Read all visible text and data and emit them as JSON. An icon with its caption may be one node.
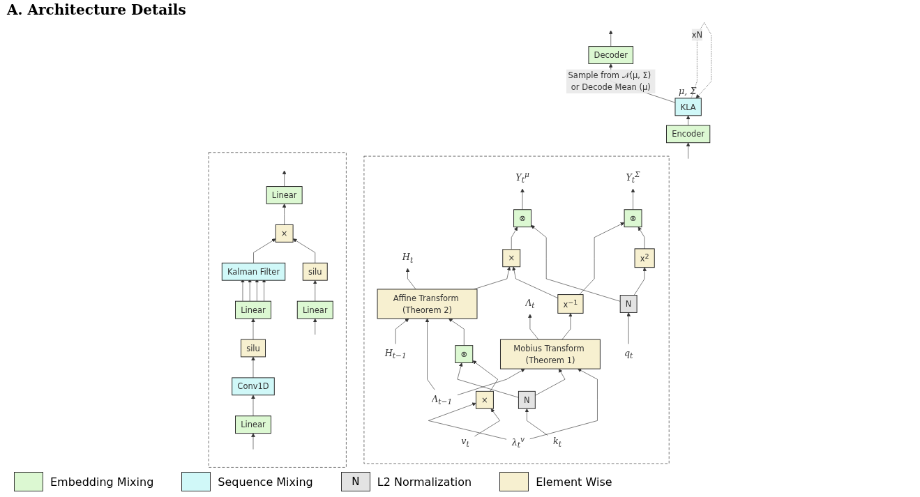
{
  "diagram": {
    "title": "A. Architecture Details",
    "nodes": [
      {
        "text": [],
        "shape": "box"
      },
      {
        "text": [
          "H$_{t−1}$"
        ],
        "in": 0
      },
      {
        "text": [
          "Λ$_{t−1}$"
        ],
        "in": 0
      },
      {
        "text": [
          "Affine Transform (Theorem 2)"
        ],
        "in": 0
      },
      {
        "text": [
          "Mobius Transform (Theorem 1)"
        ],
        "in": 0
      },
      {
        "text": [
          "×"
        ],
        "in": 0
      },
      {
        "text": [
          "⊗"
        ],
        "in": 0
      },
      {
        "text": [
          "⊗"
        ],
        "in": 0
      },
      {
        "text": [
          "x$^{−1}$"
        ],
        "in": 0
      },
      {
        "text": [
          "x$^{2}$"
        ],
        "in": 0
      },
      {
        "text": [
          "Y$_{t}$$^{μ}$"
        ],
        "in": 0
      },
      {
        "text": [
          "Y$_{t}$$^{Σ}$"
        ],
        "in": 0
      },
      {
        "text": [
          "H$_{t}$"
        ],
        "in": 0
      },
      {
        "text": [
          "Λ$_{t}$"
        ],
        "in": 0
      },
      {
        "text": [
          "⊗"
        ],
        "in": 0
      },
      {
        "text": [
          "N"
        ],
        "in": 0
      },
      {
        "text": [
          "×"
        ],
        "in": 0
      },
      {
        "text": [
          "N"
        ],
        "in": 0
      },
      {
        "text": [
          "k$_{t}$"
        ],
        "in": 0
      },
      {
        "text": [
          "λ$_{t}$$^{v}$"
        ],
        "in": 0
      },
      {
        "text": [
          "v$_{t}$"
        ],
        "in": 0
      },
      {
        "text": [
          "q$_{t}$"
        ],
        "in": 0
      },
      {
        "text": [],
        "shape": "box"
      },
      {
        "text": [
          "Linear"
        ],
        "in": 22
      },
      {
        "text": [
          "×"
        ],
        "in": 22
      },
      {
        "text": [
          "Kalman Filter"
        ],
        "in": 22
      },
      {
        "text": [
          "Linear"
        ],
        "in": 22
      },
      {
        "text": [
          "silu"
        ],
        "in": 22
      },
      {
        "text": [
          "silu"
        ],
        "in": 22
      },
      {
        "text": [
          "Conv1D"
        ],
        "in": 22
      },
      {
        "text": [
          "Linear"
        ],
        "in": 22
      },
      {
        "text": [
          "Linear"
        ],
        "in": 22
      },
      {
        "text": [
          "Decoder"
        ]
      },
      {
        "text": [
          "KLA"
        ],
        "beside": [
          "μ, Σ"
        ]
      },
      {
        "text": [
          "Encoder"
        ]
      }
    ],
    "edges": [
      {
        "from": 1,
        "to": 3,
        "arrow": "to"
      },
      {
        "from": 2,
        "to": 4,
        "arrow": "to"
      },
      {
        "from": 2,
        "to": 3,
        "arrow": "to"
      },
      {
        "from": 3,
        "to": 12,
        "arrow": "to"
      },
      {
        "from": 3,
        "to": 5,
        "arrow": "to"
      },
      {
        "from": 4,
        "to": 13,
        "arrow": "to"
      },
      {
        "from": 4,
        "to": 8,
        "arrow": "to"
      },
      {
        "from": 5,
        "to": 6,
        "arrow": "to"
      },
      {
        "from": 8,
        "to": 5,
        "arrow": "to"
      },
      {
        "from": 8,
        "to": 7,
        "arrow": "to"
      },
      {
        "from": 9,
        "to": 7,
        "arrow": "to"
      },
      {
        "from": 6,
        "to": 10,
        "arrow": "to"
      },
      {
        "from": 7,
        "to": 11,
        "arrow": "to"
      },
      {
        "from": 17,
        "to": 6,
        "arrow": "to"
      },
      {
        "from": 17,
        "to": 9,
        "arrow": "to"
      },
      {
        "from": 14,
        "to": 3,
        "arrow": "to"
      },
      {
        "from": 15,
        "to": 4,
        "arrow": "to"
      },
      {
        "from": 15,
        "to": 14,
        "arrow": "to"
      },
      {
        "from": 16,
        "to": 14,
        "arrow": "to"
      },
      {
        "from": 19,
        "to": 4,
        "arrow": "to"
      },
      {
        "from": 19,
        "to": 16,
        "arrow": "to"
      },
      {
        "from": 18,
        "to": 15,
        "arrow": "to"
      },
      {
        "from": 20,
        "to": 16,
        "arrow": "to"
      },
      {
        "from": 21,
        "to": 17,
        "arrow": "to"
      },
      {
        "from": 23,
        "to": null,
        "arrow": "to"
      },
      {
        "from": 24,
        "to": 23,
        "arrow": "to"
      },
      {
        "from": 25,
        "to": 24,
        "arrow": "to"
      },
      {
        "from": 26,
        "to": 25,
        "arrow": "to"
      },
      {
        "from": 26,
        "to": 25,
        "arrow": "to"
      },
      {
        "from": 26,
        "to": 25,
        "arrow": "to"
      },
      {
        "from": 26,
        "to": 25,
        "arrow": "to"
      },
      {
        "from": 27,
        "to": 26,
        "arrow": "to"
      },
      {
        "from": 29,
        "to": 27,
        "arrow": "to"
      },
      {
        "from": 30,
        "to": 29,
        "arrow": "to"
      },
      {
        "from": null,
        "to": 30,
        "arrow": "to"
      },
      {
        "from": null,
        "to": 31,
        "arrow": "to"
      },
      {
        "from": 31,
        "to": 28,
        "arrow": "to"
      },
      {
        "from": 28,
        "to": 24,
        "arrow": "to"
      },
      {
        "from": 32,
        "to": null,
        "arrow": "to"
      },
      {
        "from": 33,
        "to": 32,
        "arrow": "to",
        "label": "Sample from 𝒩(μ, Σ) or Decode Mean (μ)"
      },
      {
        "from": 33,
        "to": 33,
        "arrow": "to",
        "style": "dashed",
        "label": "xN"
      },
      {
        "from": 34,
        "to": 33,
        "arrow": "to"
      },
      {
        "from": null,
        "to": 34,
        "arrow": "to"
      }
    ],
    "labels": [
      "N"
    ],
    "legend": [
      {
        "text": "Embedding Mixing",
        "color": "#dcf8d2"
      },
      {
        "text": "Sequence Mixing",
        "color": "#d0f8f8"
      },
      {
        "text": "L2 Normalization",
        "color": "#e3e3e3"
      },
      {
        "text": "Element Wise",
        "color": "#f7f0d0"
      }
    ]
  }
}
